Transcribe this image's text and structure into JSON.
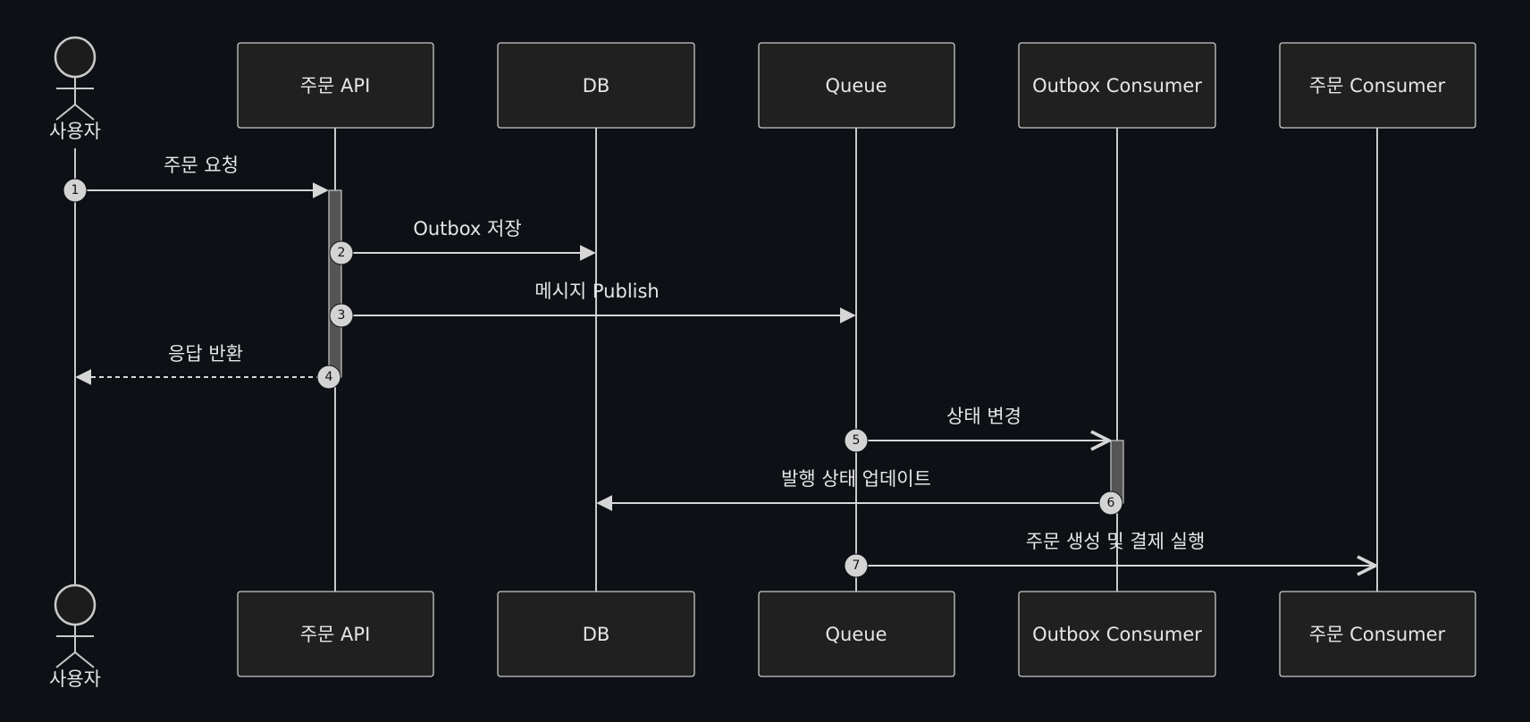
{
  "actor": {
    "label": "사용자"
  },
  "participants": [
    {
      "key": "api",
      "label": "주문 API"
    },
    {
      "key": "db",
      "label": "DB"
    },
    {
      "key": "queue",
      "label": "Queue"
    },
    {
      "key": "outbox",
      "label": "Outbox Consumer"
    },
    {
      "key": "consumer",
      "label": "주문 Consumer"
    }
  ],
  "messages": [
    {
      "seq": "1",
      "label": "주문 요청",
      "from": "user",
      "to": "api",
      "style": "solid",
      "head": "filled"
    },
    {
      "seq": "2",
      "label": "Outbox 저장",
      "from": "api",
      "to": "db",
      "style": "solid",
      "head": "filled"
    },
    {
      "seq": "3",
      "label": "메시지 Publish",
      "from": "api",
      "to": "queue",
      "style": "solid",
      "head": "filled"
    },
    {
      "seq": "4",
      "label": "응답 반환",
      "from": "api",
      "to": "user",
      "style": "dashed",
      "head": "filled"
    },
    {
      "seq": "5",
      "label": "상태 변경",
      "from": "queue",
      "to": "outbox",
      "style": "solid",
      "head": "open"
    },
    {
      "seq": "6",
      "label": "발행 상태 업데이트",
      "from": "outbox",
      "to": "db",
      "style": "solid",
      "head": "filled"
    },
    {
      "seq": "7",
      "label": "주문 생성 및 결제 실행",
      "from": "queue",
      "to": "consumer",
      "style": "solid",
      "head": "open"
    }
  ],
  "colors": {
    "background": "#0d1014",
    "box_fill": "#202020",
    "line": "#c9c9c9",
    "activation": "#555555",
    "seq_badge": "#d3d3d3"
  }
}
